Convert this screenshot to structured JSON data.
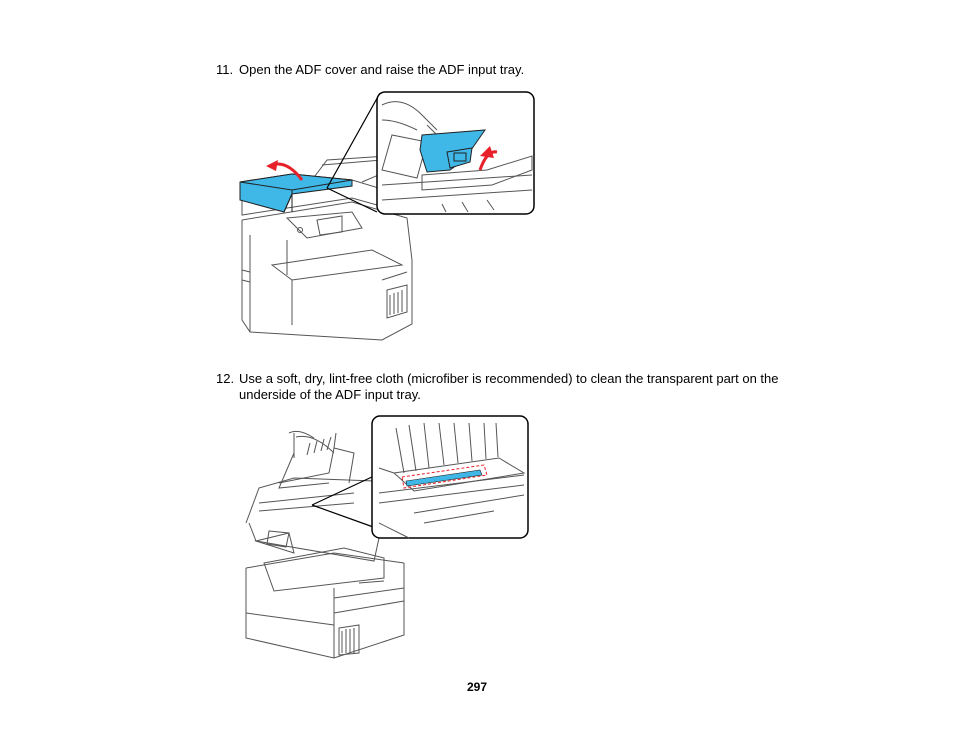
{
  "steps": [
    {
      "number": "11.",
      "text": "Open the ADF cover and raise the ADF input tray."
    },
    {
      "number": "12.",
      "text": "Use a soft, dry, lint-free cloth (microfiber is recommended) to clean the transparent part on the underside of the ADF input tray."
    }
  ],
  "page_number": "297",
  "colors": {
    "highlight": "#3fb8e8",
    "arrow": "#e8202a",
    "outline": "#333333",
    "dashed_box": "#e8202a"
  },
  "icons": {
    "figure1": "printer-adf-open-illustration",
    "figure2": "printer-adf-cleaning-illustration"
  }
}
